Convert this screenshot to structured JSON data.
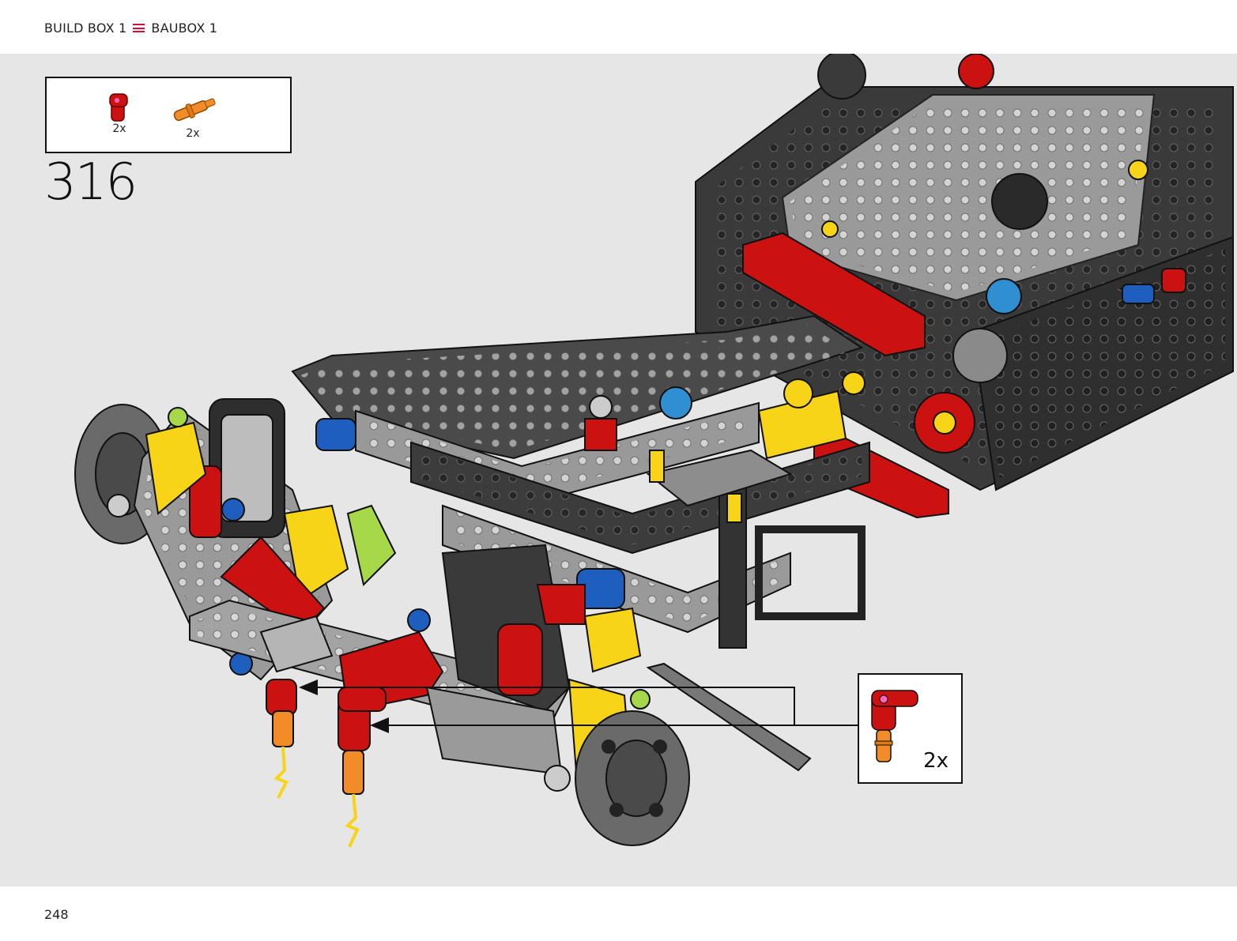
{
  "header": {
    "build_box_en": "BUILD BOX 1",
    "build_box_de": "BAUBOX 1",
    "accent_color": "#d0103a"
  },
  "parts_list": {
    "items": [
      {
        "name": "red-axle-connector",
        "qty": "2x",
        "color": "#cc1111"
      },
      {
        "name": "orange-pin-with-axle",
        "qty": "2x",
        "color": "#f28c28"
      }
    ]
  },
  "step": {
    "number": "316"
  },
  "callout": {
    "qty": "2x"
  },
  "footer": {
    "page_number": "248"
  },
  "colors": {
    "background_stage": "#e6e6e6",
    "dark_grey_beam": "#3a3a3a",
    "light_grey_beam": "#a9a9a9",
    "red": "#cc1111",
    "yellow": "#f7d417",
    "blue": "#1e5ebf",
    "orange": "#f28c28"
  }
}
